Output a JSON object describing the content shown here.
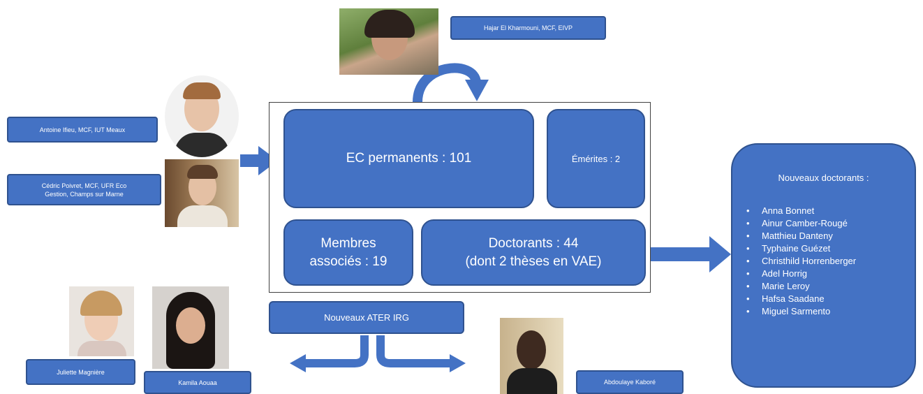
{
  "central": {
    "ec_permanents": "EC permanents : 101",
    "emerites": "Émérites : 2",
    "membres_associes_line1": "Membres",
    "membres_associes_line2": "associés : 19",
    "doctorants_line1": "Doctorants : 44",
    "doctorants_line2": "(dont 2 thèses en VAE)"
  },
  "newcomers": {
    "hajar": "Hajar El Kharmouni, MCF, EIVP",
    "antoine": "Antoine Ifieu, MCF, IUT Meaux",
    "cedric_line1": "Cédric Poivret, MCF, UFR Eco",
    "cedric_line2": "Gestion, Champs sur Marne"
  },
  "ater": {
    "title": "Nouveaux ATER IRG",
    "juliette": "Juliette Magnière",
    "kamila": "Kamila Aouaa",
    "abdoulaye": "Abdoulaye Kaboré"
  },
  "doctorants_list": {
    "title": "Nouveaux  doctorants :",
    "names": [
      "Anna Bonnet",
      "Ainur Camber-Rougé",
      "Matthieu Danteny",
      "Typhaine Guézet",
      "Christhild Horrenberger",
      "Adel Horrig",
      "Marie Leroy",
      "Hafsa Saadane",
      "Miguel Sarmento"
    ]
  },
  "colors": {
    "box_fill": "#4472c4",
    "box_border": "#2f528f"
  }
}
